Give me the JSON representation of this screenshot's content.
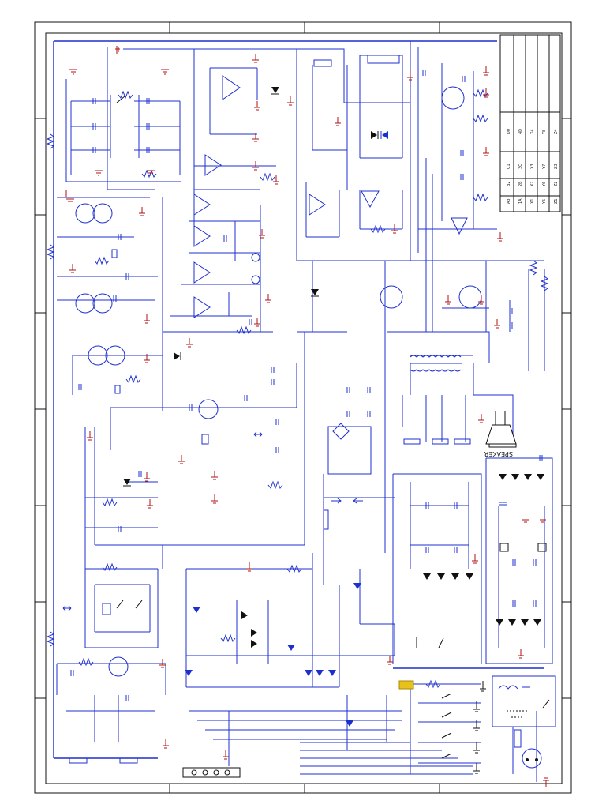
{
  "diagram": {
    "speaker_label": "SPEAKER",
    "colors": {
      "wire": "#1e2fd0",
      "ground": "#b01010",
      "frame": "#111111",
      "fuse": "#e8c21a"
    }
  },
  "title_block": {
    "rows": [
      [
        "A3",
        "B2",
        "C1",
        "D0"
      ],
      [
        "1A",
        "2B",
        "3C",
        "4D"
      ],
      [
        "X1",
        "X2",
        "X3",
        "X4"
      ],
      [
        "Y5",
        "Y6",
        "Y7",
        "Y8"
      ],
      [
        "Z1",
        "Z2",
        "Z3",
        "Z4"
      ]
    ]
  }
}
